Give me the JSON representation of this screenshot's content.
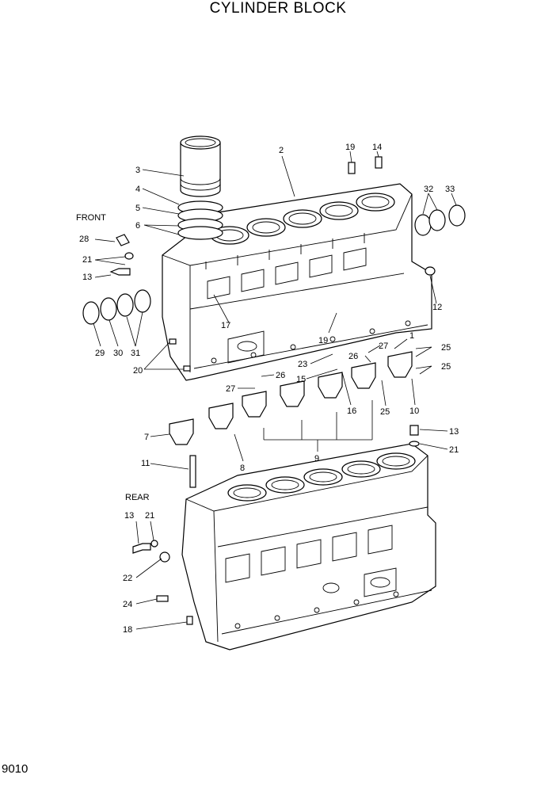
{
  "title": "CYLINDER BLOCK",
  "page_number": "9010",
  "captions": {
    "front": "FRONT",
    "rear": "REAR"
  },
  "callouts": [
    "1",
    "2",
    "3",
    "4",
    "5",
    "6",
    "7",
    "8",
    "9",
    "10",
    "11",
    "12",
    "13",
    "14",
    "15",
    "16",
    "17",
    "18",
    "19",
    "20",
    "21",
    "22",
    "23",
    "24",
    "25",
    "26",
    "27",
    "28",
    "29",
    "30",
    "31",
    "32",
    "33"
  ],
  "parts": {
    "1": "1",
    "2": "2",
    "3": "3",
    "4": "4",
    "5": "5",
    "6": "6",
    "7": "7",
    "8": "8",
    "9": "9",
    "10": "10",
    "11": "11",
    "12": "12",
    "13": "13",
    "14": "14",
    "15": "15",
    "16": "16",
    "17": "17",
    "18": "18",
    "19": "19",
    "20": "20",
    "21": "21",
    "22": "22",
    "23": "23",
    "24": "24",
    "25": "25",
    "26": "26",
    "27": "27",
    "28": "28",
    "29": "29",
    "30": "30",
    "31": "31",
    "32": "32",
    "33": "33"
  }
}
